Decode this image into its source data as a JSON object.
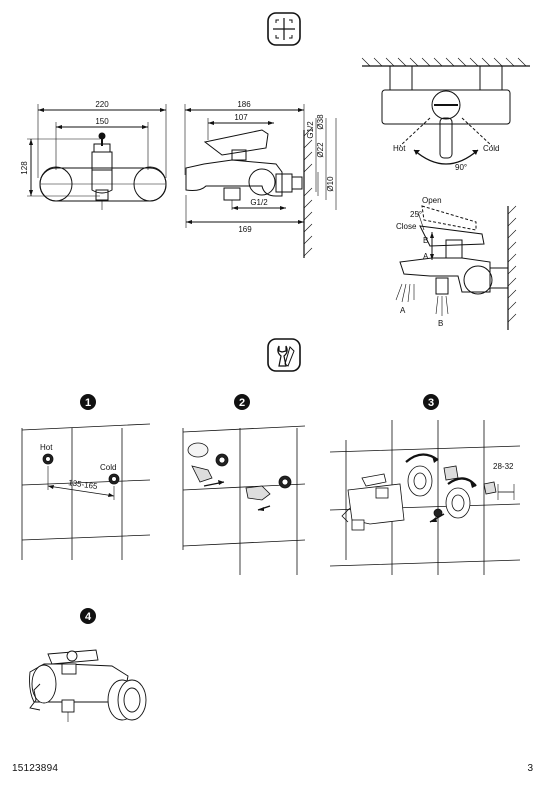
{
  "dims_front": {
    "overall_width": "220",
    "spout_width": "150",
    "height": "128"
  },
  "dims_side": {
    "depth_total": "186",
    "lever_depth": "107",
    "connection": "G1/2",
    "wall_depth": "169",
    "pipe_thread": "G1/2",
    "pipe_d22": "Ø22",
    "pipe_d38": "Ø38",
    "pipe_d10": "Ø10"
  },
  "lever_diagram": {
    "hot": "Hot",
    "cold": "Cold",
    "angle": "90°"
  },
  "diverter_diagram": {
    "open": "Open",
    "close": "Close",
    "angle": "25°",
    "label_a": "A",
    "label_b": "B"
  },
  "steps": [
    {
      "number": "1",
      "hot": "Hot",
      "cold": "Cold",
      "spacing": "135-165"
    },
    {
      "number": "2"
    },
    {
      "number": "3",
      "depth": "28-32"
    },
    {
      "number": "4"
    }
  ],
  "footer": {
    "code": "15123894",
    "page": "3"
  }
}
